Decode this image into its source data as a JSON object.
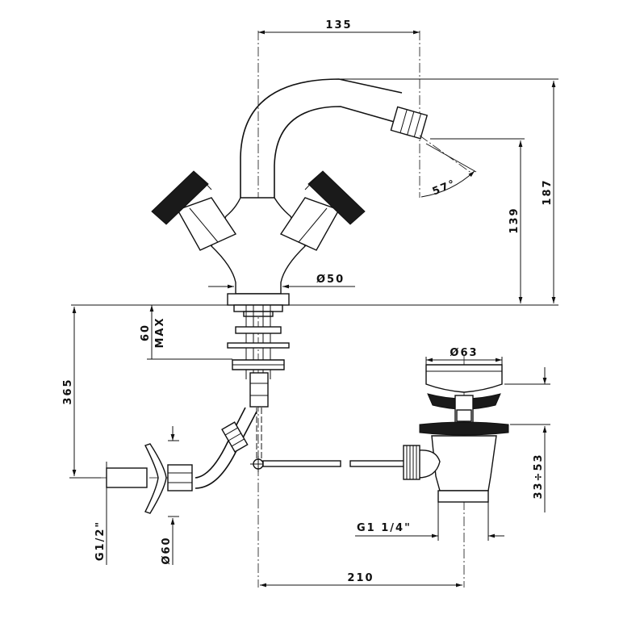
{
  "drawing": {
    "dims": {
      "d135": "135",
      "d187": "187",
      "d139": "139",
      "angle": "57°",
      "dia50": "Ø50",
      "d60max_a": "60",
      "d60max_b": "MAX",
      "d365": "365",
      "dia63": "Ø63",
      "d33_53": "33÷53",
      "g114": "G1 1/4\"",
      "g12": "G1/2\"",
      "dia60": "Ø60",
      "d210": "210"
    }
  },
  "colors": {
    "line": "#111111",
    "handle_dark": "#1a1a1a",
    "background": "#ffffff"
  }
}
